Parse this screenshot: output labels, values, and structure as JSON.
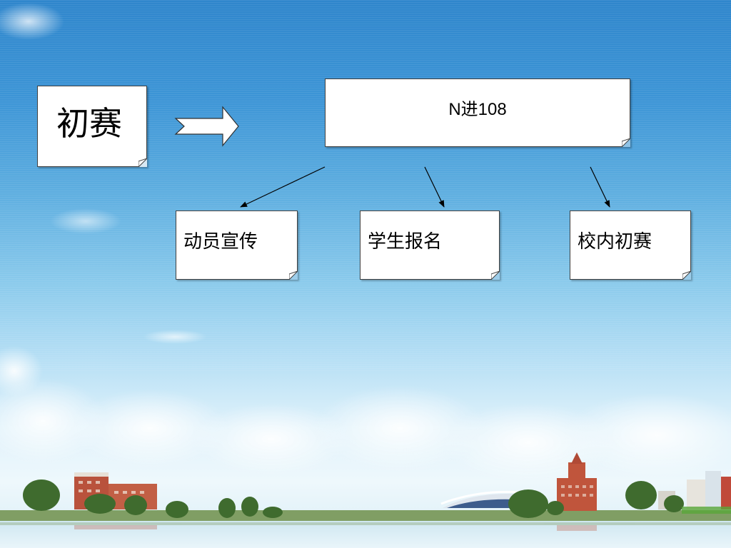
{
  "diagram": {
    "root_box": {
      "label": "初赛"
    },
    "arrow": {
      "name": "block-arrow-right"
    },
    "stage_box": {
      "label": "N进108"
    },
    "sub_boxes": [
      {
        "label": "动员宣传"
      },
      {
        "label": "学生报名"
      },
      {
        "label": "校内初赛"
      }
    ]
  },
  "colors": {
    "sky_top": "#2f86cc",
    "sky_bottom": "#eef8fc",
    "box_fill": "#ffffff",
    "box_border": "#404040",
    "text": "#000000"
  }
}
